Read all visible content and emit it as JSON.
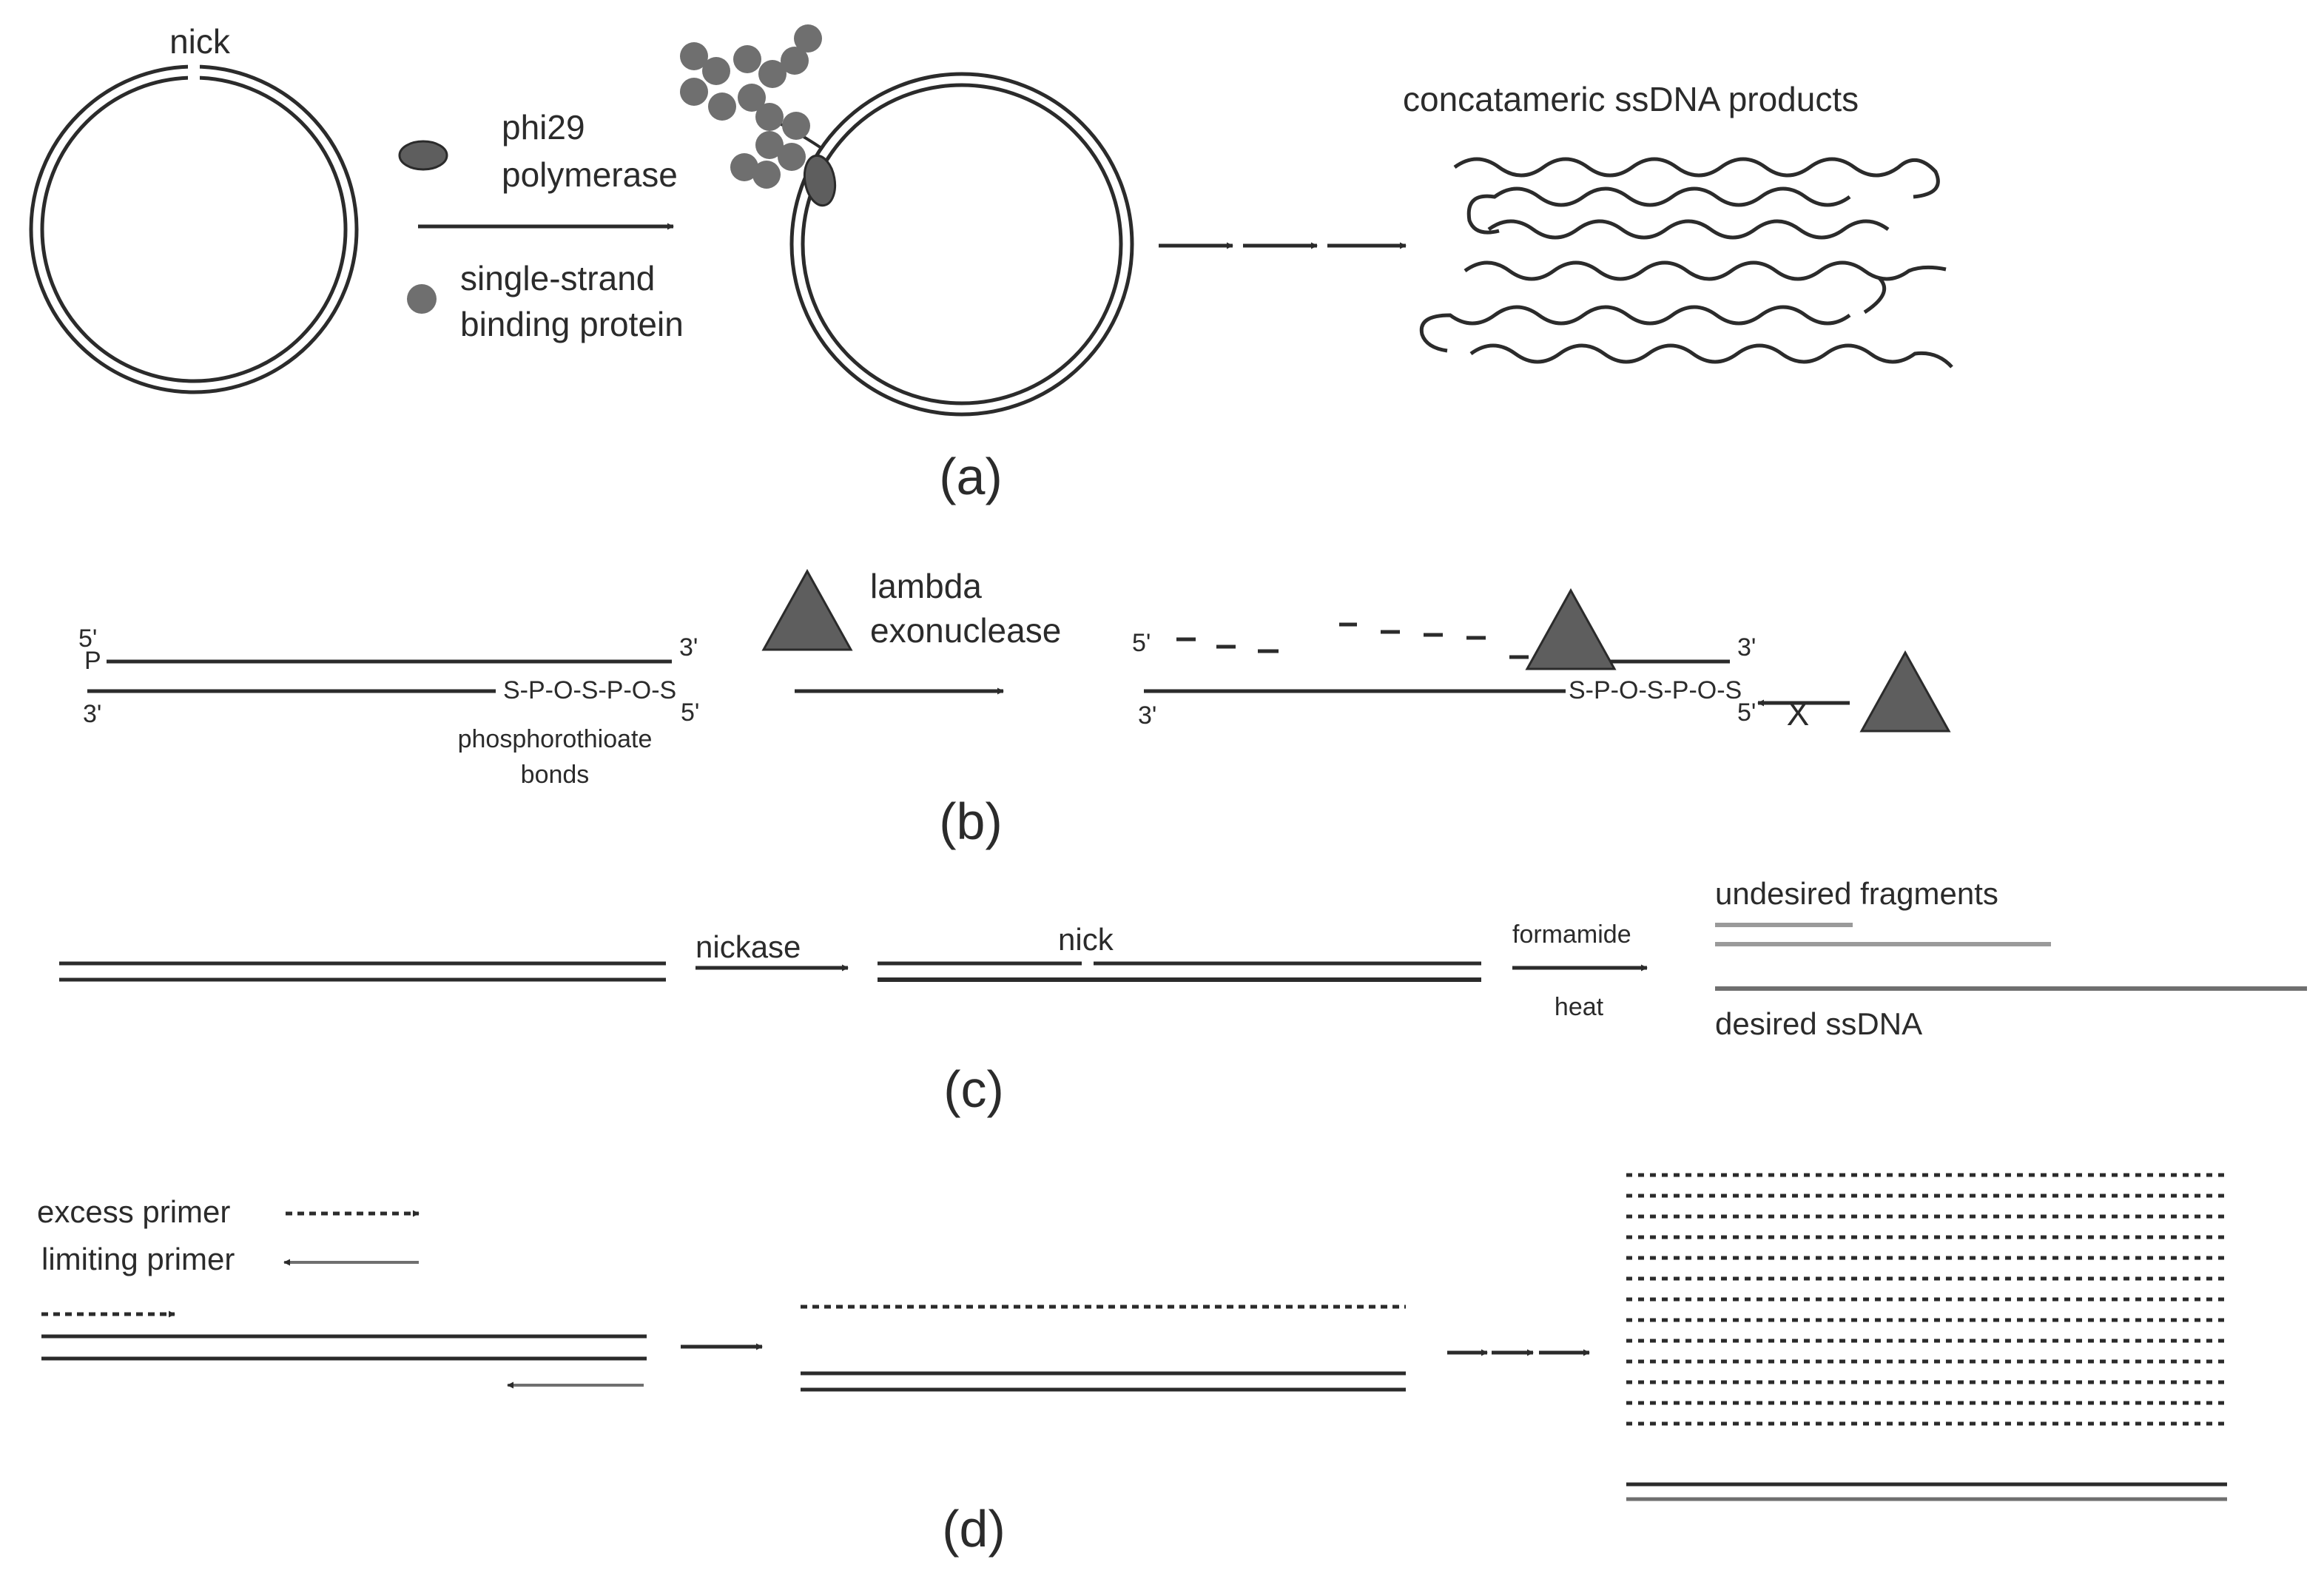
{
  "panel_a": {
    "label": "(a)",
    "nick": "nick",
    "polymerase_line1": "phi29",
    "polymerase_line2": "polymerase",
    "ssb_line1": "single-strand",
    "ssb_line2": "binding protein",
    "products": "concatameric ssDNA products"
  },
  "panel_b": {
    "label": "(b)",
    "exo_line1": "lambda",
    "exo_line2": "exonuclease",
    "left_5p_top": "5'",
    "left_p": "P",
    "left_3p_top_right": "3'",
    "left_3p_bottom_left": "3'",
    "left_5p_bottom_right": "5'",
    "ps_seq": "S-P-O-S-P-O-S",
    "ps_line1": "phosphorothioate",
    "ps_line2": "bonds",
    "right_5p_top": "5'",
    "right_3p_top_right": "3'",
    "right_3p_bottom_left": "3'",
    "right_5p_bottom_right": "5'",
    "right_ps_seq": "S-P-O-S-P-O-S",
    "block": "X"
  },
  "panel_c": {
    "label": "(c)",
    "nickase": "nickase",
    "nick": "nick",
    "formamide": "formamide",
    "heat": "heat",
    "undesired": "undesired fragments",
    "desired": "desired ssDNA"
  },
  "panel_d": {
    "label": "(d)",
    "excess": "excess primer",
    "limiting": "limiting primer"
  },
  "colors": {
    "dark": "#2b2b2b",
    "protein": "#5e5e5e",
    "light_strand": "#9a9a9a",
    "mid_strand": "#6f6f6f"
  }
}
